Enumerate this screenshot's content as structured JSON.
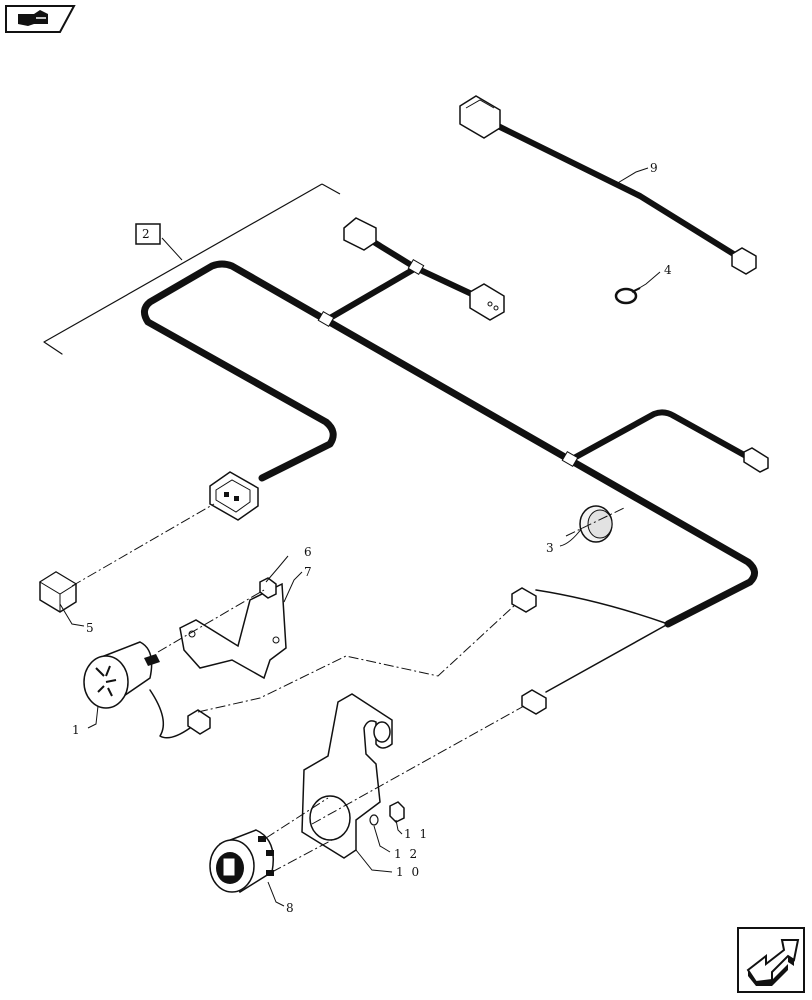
{
  "nav": {
    "back_icon": "hand-pointer-back-icon",
    "next_icon": "arrow-forward-icon"
  },
  "callouts": [
    {
      "id": "1",
      "label": "1"
    },
    {
      "id": "2",
      "label": "2"
    },
    {
      "id": "3",
      "label": "3"
    },
    {
      "id": "4",
      "label": "4"
    },
    {
      "id": "5",
      "label": "5"
    },
    {
      "id": "6",
      "label": "6"
    },
    {
      "id": "7",
      "label": "7"
    },
    {
      "id": "8",
      "label": "8"
    },
    {
      "id": "9",
      "label": "9"
    },
    {
      "id": "10",
      "label": "1 0"
    },
    {
      "id": "11",
      "label": "1 1"
    },
    {
      "id": "12",
      "label": "1 2"
    }
  ]
}
